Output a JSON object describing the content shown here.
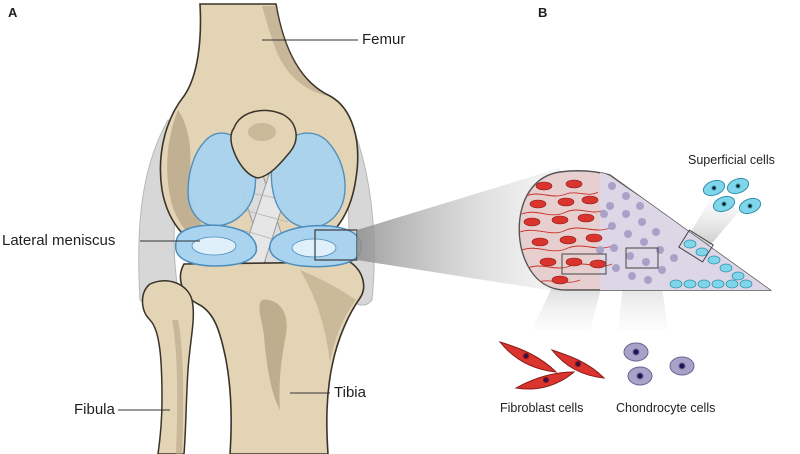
{
  "panels": {
    "a": "A",
    "b": "B"
  },
  "labels": {
    "femur": "Femur",
    "lateral_meniscus": "Lateral meniscus",
    "tibia": "Tibia",
    "fibula": "Fibula",
    "superficial_cells": "Superficial cells",
    "fibroblast_cells": "Fibroblast cells",
    "chondrocyte_cells": "Chondrocyte cells"
  },
  "colors": {
    "bone": "#e3d4b6",
    "bone_shadow": "#b5a484",
    "meniscus": "#a9d3ee",
    "meniscus_edge": "#4b8dbd",
    "fibroblast": "#d9342d",
    "chondrocyte": "#a9a2c8",
    "superficial": "#7fd6ea"
  }
}
